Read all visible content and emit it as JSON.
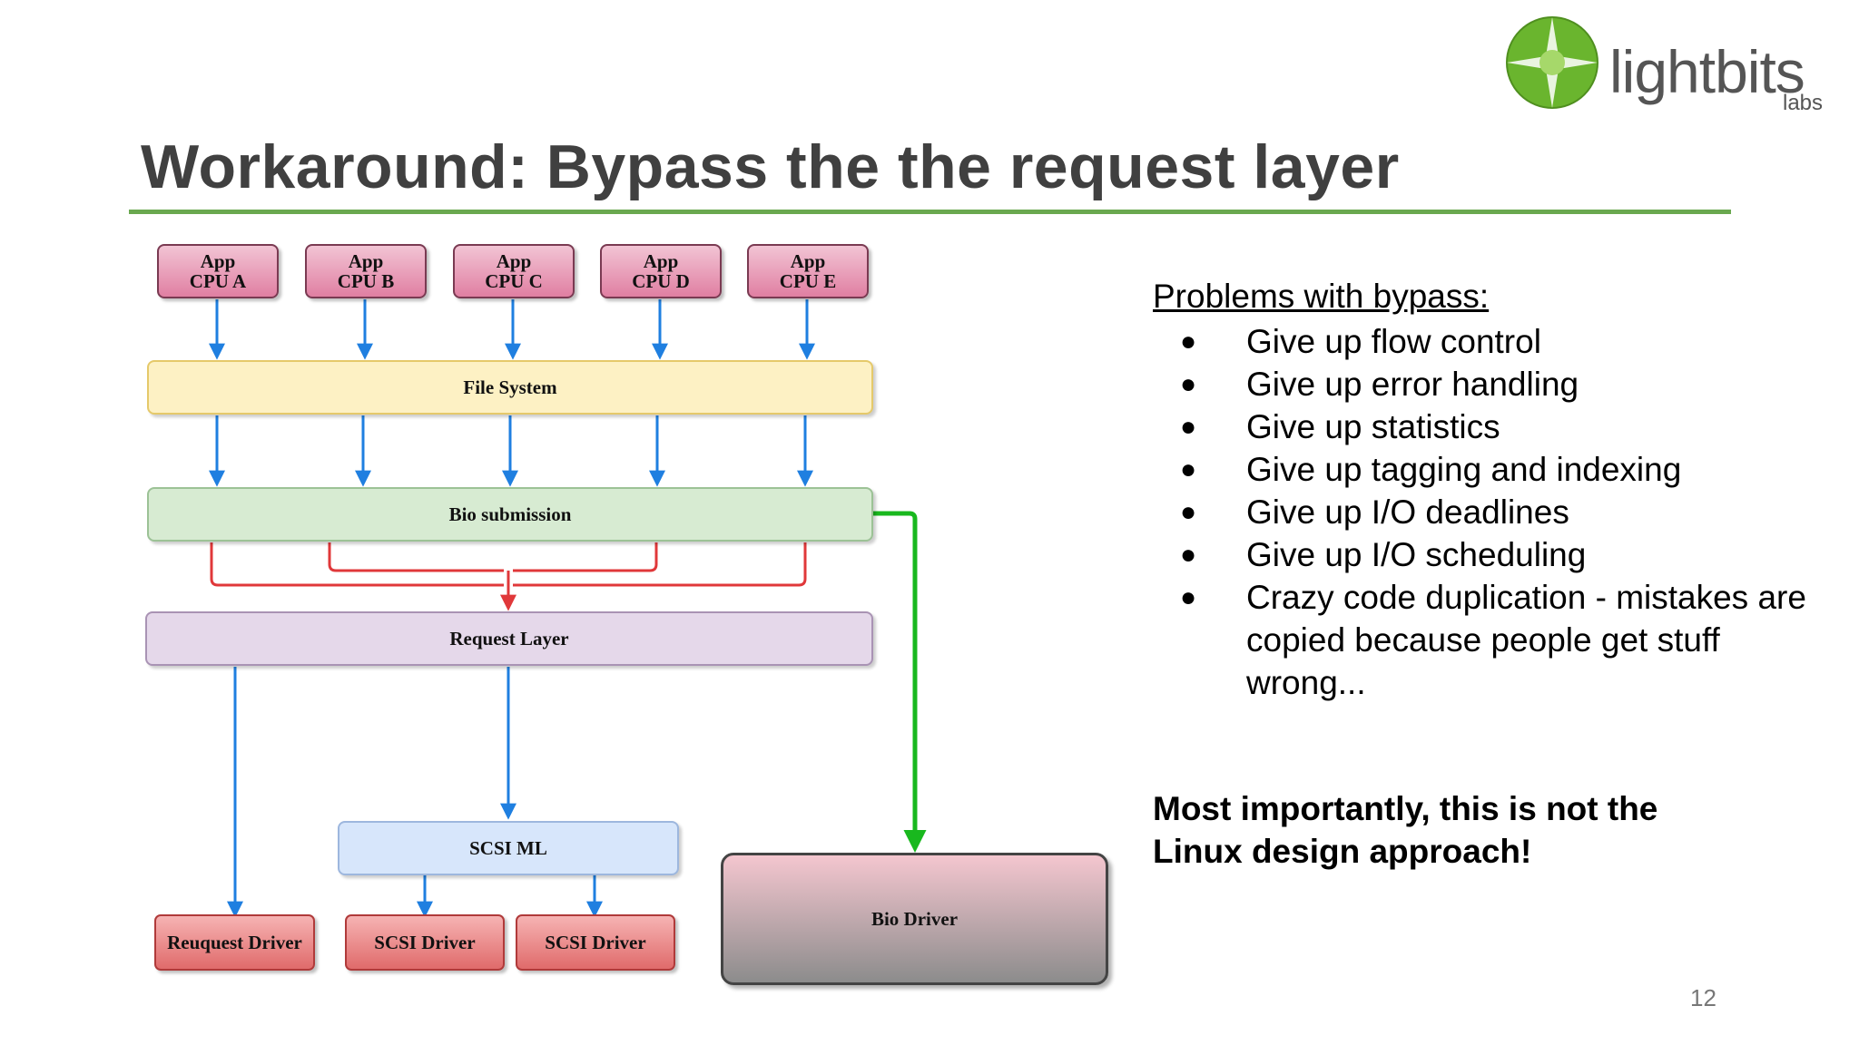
{
  "slide": {
    "title": "Workaround: Bypass the the request layer",
    "page_number": "12"
  },
  "logo": {
    "word": "lightbits",
    "sub": "labs",
    "color": "#6ab52e"
  },
  "diagram": {
    "apps": [
      {
        "line1": "App",
        "line2": "CPU A"
      },
      {
        "line1": "App",
        "line2": "CPU B"
      },
      {
        "line1": "App",
        "line2": "CPU C"
      },
      {
        "line1": "App",
        "line2": "CPU D"
      },
      {
        "line1": "App",
        "line2": "CPU E"
      }
    ],
    "file_system": "File System",
    "bio_submission": "Bio submission",
    "request_layer": "Request Layer",
    "scsi_ml": "SCSI ML",
    "request_driver": "Reuquest Driver",
    "scsi_driver_1": "SCSI Driver",
    "scsi_driver_2": "SCSI Driver",
    "bio_driver": "Bio Driver",
    "colors": {
      "blue_arrow": "#1f7fe0",
      "red_arrow": "#e0383a",
      "green_arrow": "#19b81e"
    }
  },
  "problems": {
    "heading": "Problems with bypass:",
    "items": [
      "Give up flow control",
      "Give up error handling",
      "Give up statistics",
      "Give up tagging and indexing",
      "Give up I/O deadlines",
      "Give up I/O scheduling",
      "Crazy code duplication - mistakes are copied because people get stuff wrong..."
    ]
  },
  "note": "Most importantly, this is not the Linux design approach!"
}
